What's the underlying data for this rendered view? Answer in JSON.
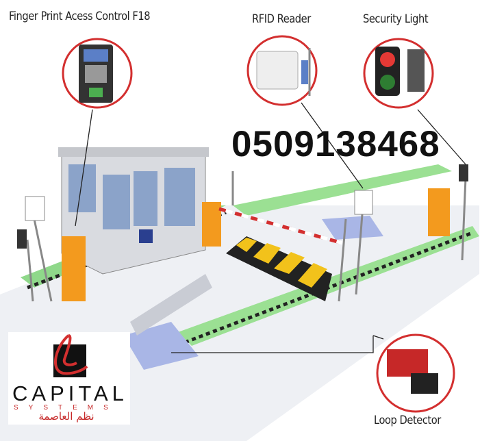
{
  "labels": {
    "fingerprint": "Finger Print Acess Control F18",
    "rfid": "RFID Reader",
    "security_light": "Security Light",
    "loop_detector": "Loop Detector"
  },
  "phone": "0509138468",
  "logo": {
    "name": "CAPITAL",
    "subtitle": "SYSTEMS",
    "arabic": "نظم العاصمة"
  },
  "colors": {
    "circle_red": "#d32f2f",
    "road_green": "#8fd88a",
    "barrier_orange": "#f39a1e",
    "blocker_yellow": "#f2c21b"
  }
}
